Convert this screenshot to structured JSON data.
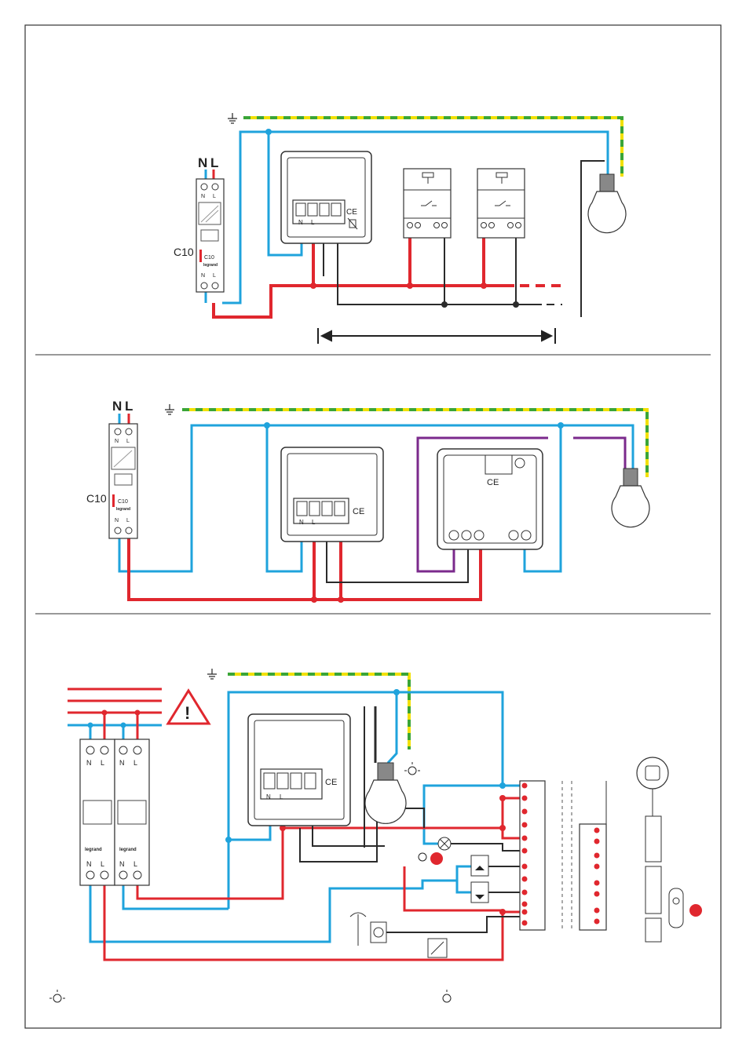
{
  "colors": {
    "neutral": "#1fa3dc",
    "live": "#e0272e",
    "earth_green": "#3aa537",
    "earth_yellow": "#f2e000",
    "switched": "#2b2b2b",
    "traveller": "#7b2a8c",
    "frame": "#333333"
  },
  "section1": {
    "breaker_n": "N",
    "breaker_l": "L",
    "breaker_rating": "C10",
    "breaker_face_rating": "C10",
    "brand": "legrand",
    "term_n": "N",
    "term_l": "L",
    "ce": "CE"
  },
  "section2": {
    "breaker_n": "N",
    "breaker_l": "L",
    "breaker_rating": "C10",
    "breaker_face_rating": "C10",
    "brand": "legrand",
    "term_n": "N",
    "term_l": "L",
    "ce": "CE",
    "ce_module": "CE"
  },
  "section3": {
    "term_n": "N",
    "term_l": "L",
    "brand": "legrand",
    "ce": "CE",
    "warning_mark": "!"
  },
  "icons": [
    "earth-symbol-icon",
    "warning-triangle-icon",
    "light-bulb-icon",
    "light-on-icon",
    "light-off-icon",
    "camera-icon",
    "remote-icon",
    "shutter-up-icon",
    "shutter-down-icon",
    "antenna-icon",
    "socket-icon",
    "weee-bin-icon"
  ]
}
